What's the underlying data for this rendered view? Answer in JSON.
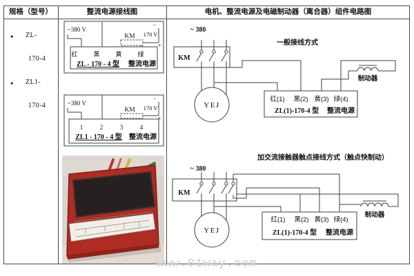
{
  "header": {
    "col1": "规格（型号）",
    "col2": "整流电源接线图",
    "col3": "电机、整流电源及电磁制动器（离合器）组件电路图"
  },
  "spec_list": {
    "bullet": "●",
    "items": [
      {
        "line1": "ZL-",
        "line2": "170-4"
      },
      {
        "line1": "ZL1-",
        "line2": "170-4"
      }
    ]
  },
  "wiring_diagram_1": {
    "input_voltage": "~380 V",
    "contactor": "KM",
    "output_voltage": "170 V",
    "minus": "−",
    "plus": "+",
    "terminals": [
      "红",
      "黑",
      "黄",
      "绿"
    ],
    "model": "ZL - 170 - 4 型",
    "device": "整流电源"
  },
  "wiring_diagram_2": {
    "input_voltage": "~380 V",
    "contactor": "KM",
    "output_voltage": "170 V",
    "minus": "−",
    "plus": "+",
    "terminals": [
      "1",
      "2",
      "3",
      "4"
    ],
    "model": "ZL1 - 170 - 4 型",
    "device": "整流电源"
  },
  "circuit_1": {
    "title": "一般接线方式",
    "supply": "~ 380",
    "contactor": "KM",
    "motor": "YEJ",
    "terminals": [
      "红(1)",
      "黑(2)",
      "黄(3)",
      "绿(4)"
    ],
    "model": "ZL(1)-170-4 型",
    "device": "整流电源",
    "brake": "制动器"
  },
  "circuit_2": {
    "title": "加交流接触器触点接线方式（触点快制动）",
    "supply": "~ 380",
    "contactor": "KM",
    "motor": "YEJ",
    "terminals": [
      "红(1)",
      "黑(2)",
      "黄(3)",
      "绿(4)"
    ],
    "model": "ZL(1)-170-4 型",
    "device": "整流电源",
    "brake": "制动器"
  },
  "watermark": "www.01way.com",
  "colors": {
    "line": "#3f3f3f",
    "border": "#4a4a4a",
    "photo_case_red": "#b02b22",
    "photo_case_dark": "#801d15",
    "photo_top_black": "#262020",
    "photo_label": "#f1eee8",
    "photo_bg": "#d8d3cd",
    "wire_red": "#c23326",
    "wire_yellow": "#d7b83c",
    "wire_green": "#3d7a3d",
    "watermark_gray": "#cbcbcb"
  }
}
